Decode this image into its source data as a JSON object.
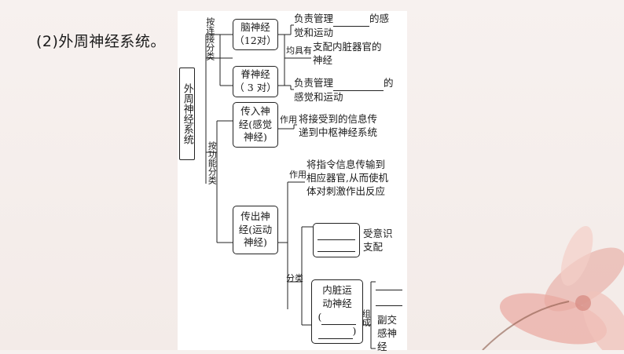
{
  "heading": "(2)外周神经系统。",
  "root": "外周神经系统",
  "branch_label_1": "按连接分类",
  "cranial": {
    "name": "脑神经",
    "count": "（12对）",
    "desc_a": "负责管理",
    "desc_b": "的感",
    "desc_c": "觉和运动"
  },
  "shared": {
    "label": "均具有",
    "text_a": "支配内脏器官的",
    "text_b": "神经"
  },
  "spinal": {
    "name": "脊神经",
    "count": "（ 3 对）",
    "desc_a": "负责管理",
    "desc_b": "的",
    "desc_c": "感觉和运动"
  },
  "branch_label_2": "按功能分类",
  "afferent": {
    "name_a": "传入神",
    "name_b": "经(感觉",
    "name_c": "神经)",
    "label": "作用",
    "desc_a": "将接受到的信息传",
    "desc_b": "递到中枢神经系统"
  },
  "efferent": {
    "name_a": "传出神",
    "name_b": "经(运动",
    "name_c": "神经)",
    "func_label": "作用",
    "func_a": "将指令信息传输到",
    "func_b": "相应器官,从而使机",
    "func_c": "体对刺激作出反应",
    "class_label": "分类",
    "somatic_desc_a": "受意识",
    "somatic_desc_b": "支配",
    "autonomic_a": "内脏运",
    "autonomic_b": "动神经",
    "compose_label": "组成",
    "parasym_a": "副交",
    "parasym_b": "感神",
    "parasym_c": "经"
  }
}
